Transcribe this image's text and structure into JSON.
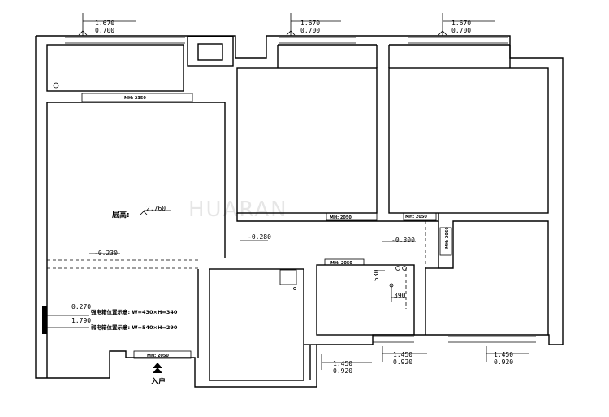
{
  "watermark": "HUARAN",
  "window_marks": [
    {
      "h1": "1.670",
      "h2": "0.700",
      "unit": "m"
    },
    {
      "h1": "1.670",
      "h2": "0.700",
      "unit": "m"
    },
    {
      "h1": "1.670",
      "h2": "0.700",
      "unit": "m"
    },
    {
      "h1": "1.450",
      "h2": "0.920",
      "unit": "m"
    },
    {
      "h1": "1.450",
      "h2": "0.920",
      "unit": "m"
    },
    {
      "h1": "1.450",
      "h2": "0.920",
      "unit": "m"
    }
  ],
  "doors": [
    {
      "label": "MH: 2350"
    },
    {
      "label": "MH: 2050"
    },
    {
      "label": "MH: 2050"
    },
    {
      "label": "MH: 2050"
    },
    {
      "label": "MH: 2050"
    },
    {
      "label": "MH: 2050"
    }
  ],
  "ceiling": {
    "label": "层高:",
    "value": "2.760"
  },
  "levels": [
    "-0.230",
    "-0.280",
    "-0.300"
  ],
  "box_marks": [
    {
      "value": "0.270",
      "desc": "强电箱位置示意: W=430×H=340"
    },
    {
      "value": "1.790",
      "desc": "弱电箱位置示意: W=540×H=290"
    }
  ],
  "dims": [
    "530",
    "390"
  ],
  "entry": "入户"
}
